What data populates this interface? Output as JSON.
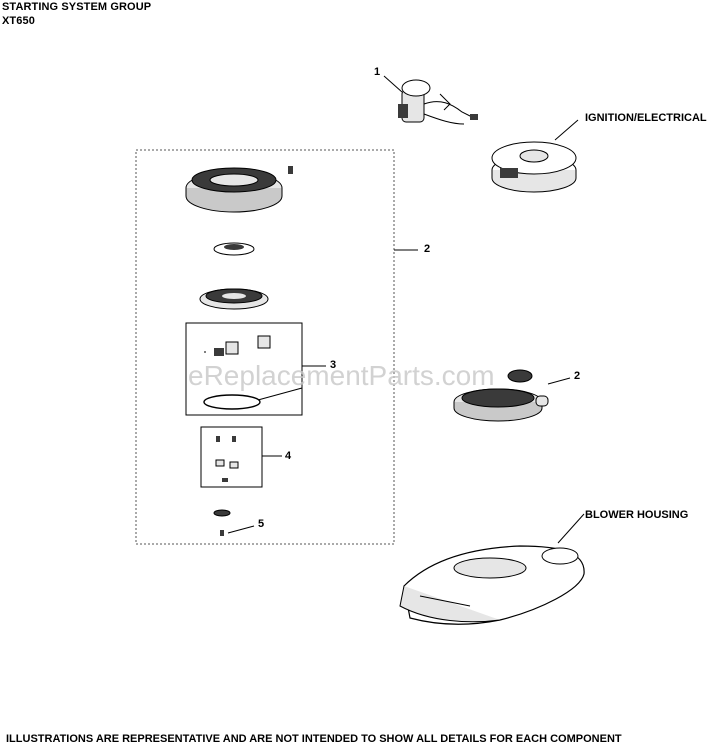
{
  "header": {
    "title": "STARTING SYSTEM GROUP",
    "model": "XT650"
  },
  "labels": {
    "ignition": "IGNITION/ELECTRICAL",
    "blower": "BLOWER HOUSING"
  },
  "callouts": {
    "starter_solenoid": "1",
    "starter_kit": "2",
    "starter_assembly": "2",
    "pawl_kit": "3",
    "hardware_kit": "4",
    "screw": "5"
  },
  "watermark": "eReplacementParts.com",
  "footer": "ILLUSTRATIONS ARE REPRESENTATIVE AND ARE NOT INTENDED TO SHOW ALL DETAILS FOR EACH COMPONENT",
  "colors": {
    "line": "#000000",
    "dashed": "#555555",
    "part_fill": "#e6e6e6",
    "part_dark": "#3a3a3a"
  }
}
